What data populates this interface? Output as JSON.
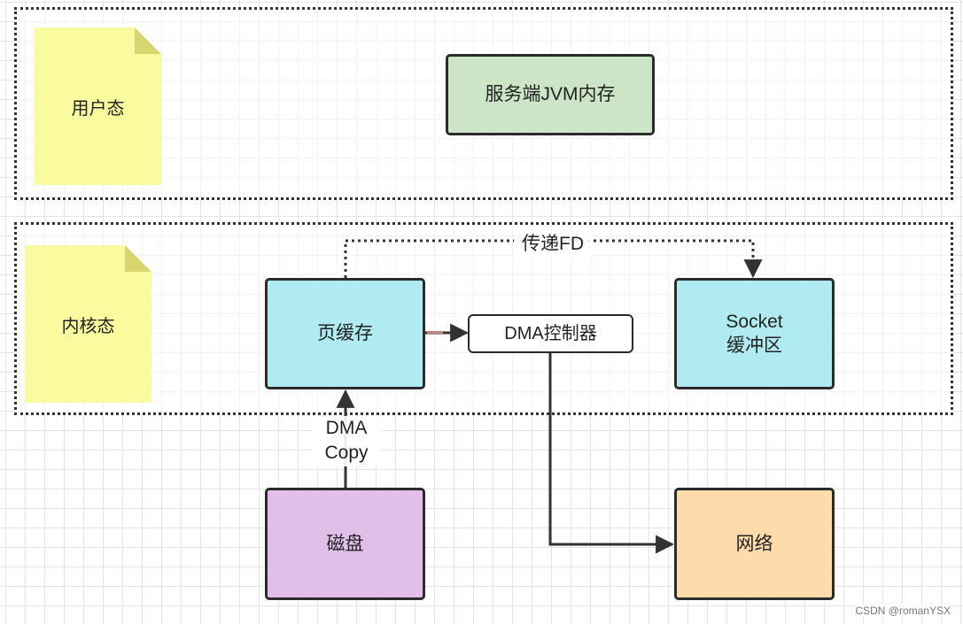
{
  "regions": {
    "user": "用户态",
    "kernel": "内核态"
  },
  "nodes": {
    "jvm_memory": "服务端JVM内存",
    "page_cache": "页缓存",
    "dma_controller": "DMA控制器",
    "socket_buffer_line1": "Socket",
    "socket_buffer_line2": "缓冲区",
    "disk": "磁盘",
    "network": "网络"
  },
  "edges": {
    "pass_fd": "传递FD",
    "dma_copy_line1": "DMA",
    "dma_copy_line2": "Copy"
  },
  "watermark": "CSDN @romanYSX",
  "colors": {
    "note": "#fafa9e",
    "jvm_memory": "#cce5c6",
    "page_cache": "#b0ebf2",
    "socket_buffer": "#b0ebf2",
    "disk": "#e2bfe8",
    "network": "#fedbab",
    "dma_controller": "#ffffff"
  }
}
